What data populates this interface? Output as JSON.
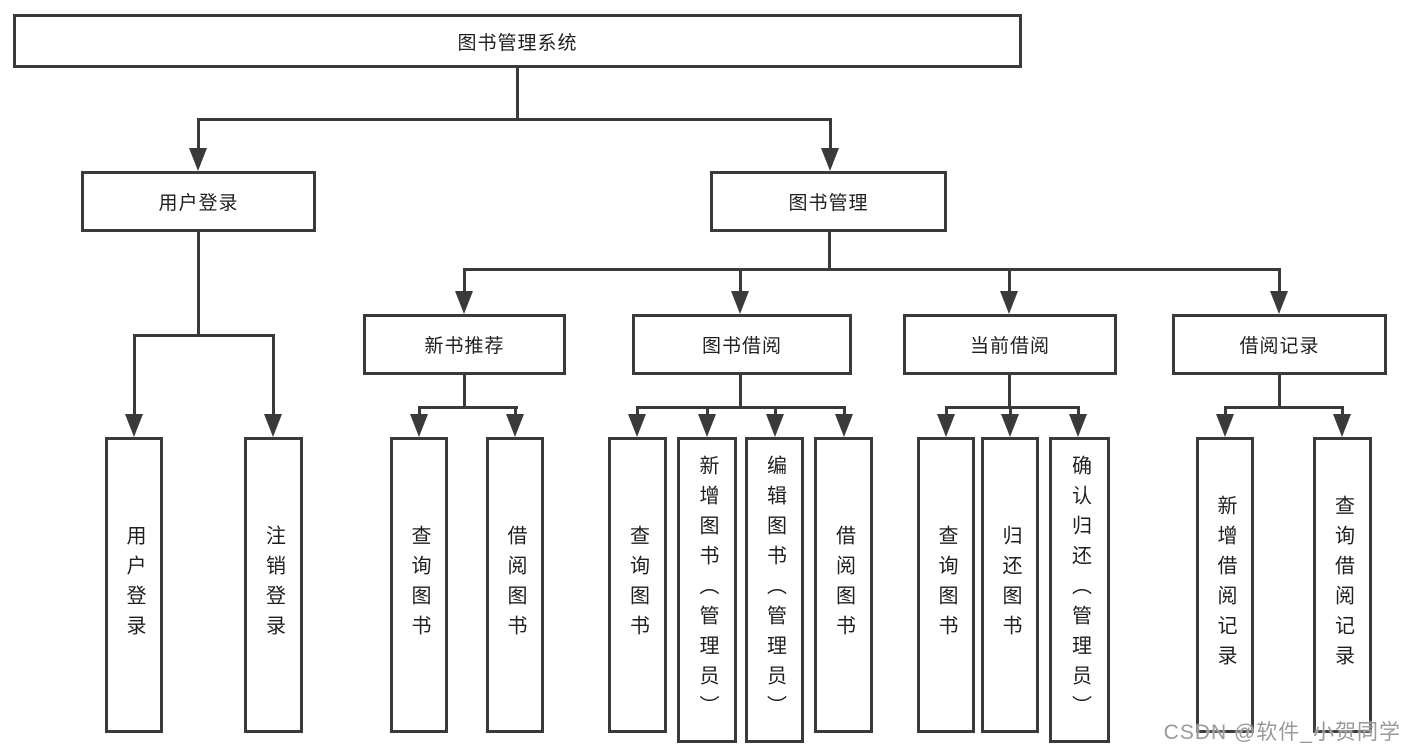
{
  "palette": {
    "line_color": "#3a3a3a",
    "text_color": "#1f1f1f",
    "background": "#ffffff",
    "watermark_color": "#9a9a9a"
  },
  "root": {
    "label": "图书管理系统"
  },
  "level2": {
    "user_login": {
      "label": "用户登录"
    },
    "book_mgmt": {
      "label": "图书管理"
    }
  },
  "level3": {
    "new_books": {
      "label": "新书推荐"
    },
    "borrowing": {
      "label": "图书借阅"
    },
    "current": {
      "label": "当前借阅"
    },
    "records": {
      "label": "借阅记录"
    }
  },
  "leaves": {
    "user_login_1": "用户登录",
    "user_login_2": "注销登录",
    "new_books_1": "查询图书",
    "new_books_2": "借阅图书",
    "borrowing_1": "查询图书",
    "borrowing_2": "新增图书（管理员）",
    "borrowing_3": "编辑图书（管理员）",
    "borrowing_4": "借阅图书",
    "current_1": "查询图书",
    "current_2": "归还图书",
    "current_3": "确认归还（管理员）",
    "records_1": "新增借阅记录",
    "records_2": "查询借阅记录"
  },
  "watermark": {
    "text": "CSDN @软件_小贺同学"
  }
}
